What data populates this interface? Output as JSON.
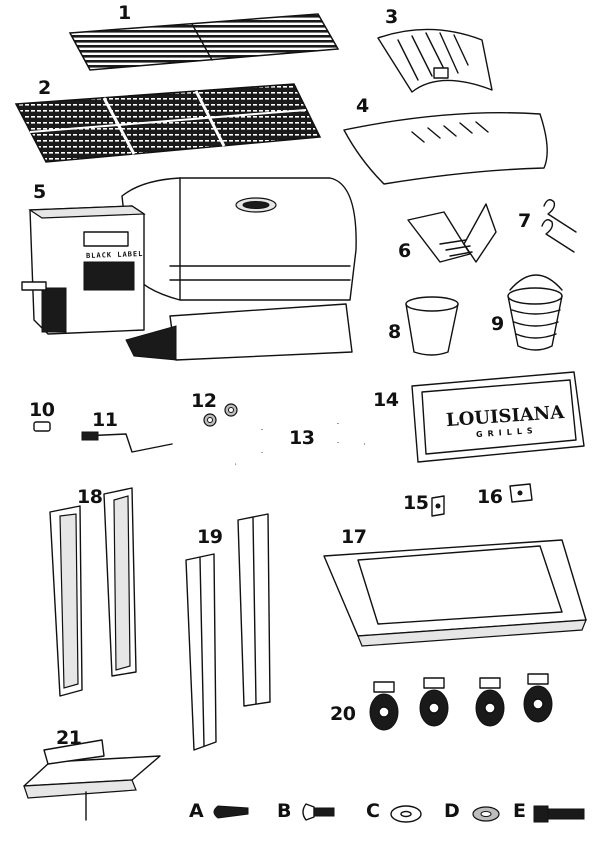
{
  "parts": [
    {
      "id": "grate-upper",
      "label": "1"
    },
    {
      "id": "heat-baffle-small",
      "label": "3"
    },
    {
      "id": "grates-main",
      "label": "2"
    },
    {
      "id": "heat-baffle-large",
      "label": "4"
    },
    {
      "id": "hopper",
      "label": "5"
    },
    {
      "id": "flame-broiler",
      "label": "6"
    },
    {
      "id": "hooks",
      "label": "7"
    },
    {
      "id": "cup",
      "label": "8"
    },
    {
      "id": "bucket",
      "label": "9"
    },
    {
      "id": "pin",
      "label": "10"
    },
    {
      "id": "crank-rod",
      "label": "11"
    },
    {
      "id": "nuts",
      "label": "12"
    },
    {
      "id": "handle",
      "label": "13"
    },
    {
      "id": "logo-plate",
      "label": "14"
    },
    {
      "id": "bracket-small",
      "label": "15"
    },
    {
      "id": "bracket-angle",
      "label": "16"
    },
    {
      "id": "side-shelf",
      "label": "17"
    },
    {
      "id": "front-legs",
      "label": "18"
    },
    {
      "id": "rear-legs",
      "label": "19"
    },
    {
      "id": "casters",
      "label": "20"
    },
    {
      "id": "bottom-shelf",
      "label": "21"
    }
  ],
  "hardware": [
    {
      "id": "A",
      "label": "A"
    },
    {
      "id": "B",
      "label": "B"
    },
    {
      "id": "C",
      "label": "C"
    },
    {
      "id": "D",
      "label": "D"
    },
    {
      "id": "E",
      "label": "E"
    }
  ],
  "hopper_text": "BLACK LABEL",
  "logo_text": {
    "brand": "LOUISIANA",
    "sub": "GRILLS"
  }
}
